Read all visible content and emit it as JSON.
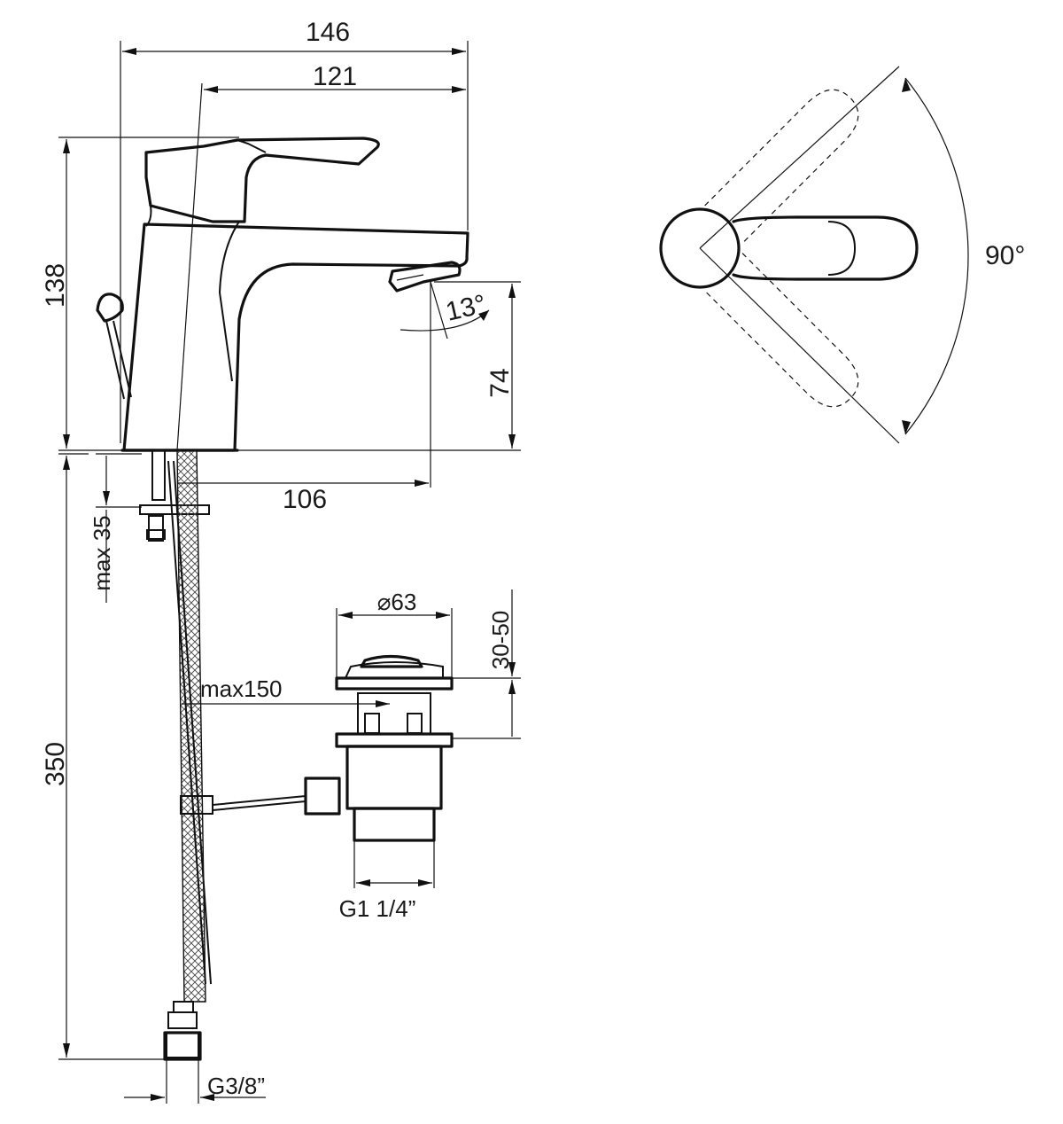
{
  "dimensions": {
    "overall_width": "146",
    "spout_reach": "121",
    "height": "138",
    "spout_height": "74",
    "spout_angle": "13°",
    "spout_offset": "106",
    "max_thickness": "max 35",
    "hose_length": "350",
    "waste_diameter": "⌀63",
    "waste_height": "30-50",
    "pull_rod": "max150",
    "waste_thread": "G1 1/4”",
    "hose_thread": "G3/8”",
    "lever_rotation": "90°"
  }
}
